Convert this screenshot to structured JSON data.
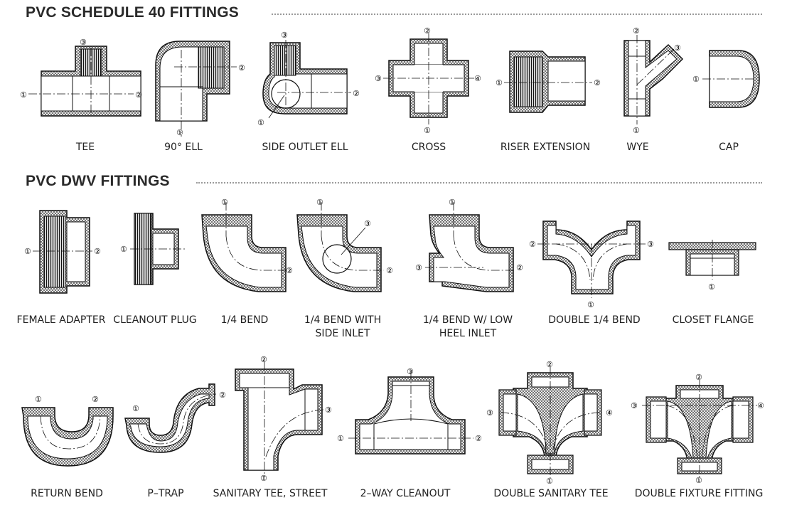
{
  "sections": [
    {
      "title": "PVC SCHEDULE 40 FITTINGS",
      "fittings": [
        {
          "key": "tee",
          "label": "TEE"
        },
        {
          "key": "ell90",
          "label": "90° ELL"
        },
        {
          "key": "side_outlet_ell",
          "label": "SIDE OUTLET ELL"
        },
        {
          "key": "cross",
          "label": "CROSS"
        },
        {
          "key": "riser_extension",
          "label": "RISER EXTENSION"
        },
        {
          "key": "wye",
          "label": "WYE"
        },
        {
          "key": "cap",
          "label": "CAP"
        }
      ]
    },
    {
      "title": "PVC DWV FITTINGS",
      "fittings": [
        {
          "key": "female_adapter",
          "label": "FEMALE ADAPTER"
        },
        {
          "key": "cleanout_plug",
          "label": "CLEANOUT PLUG"
        },
        {
          "key": "quarter_bend",
          "label": "1/4 BEND"
        },
        {
          "key": "quarter_bend_side_inlet",
          "label": "1/4 BEND WITH",
          "label2": "SIDE INLET"
        },
        {
          "key": "quarter_bend_low_heel",
          "label": "1/4 BEND W/ LOW",
          "label2": "HEEL INLET"
        },
        {
          "key": "double_quarter_bend",
          "label": "DOUBLE 1/4 BEND"
        },
        {
          "key": "closet_flange",
          "label": "CLOSET FLANGE"
        },
        {
          "key": "return_bend",
          "label": "RETURN BEND"
        },
        {
          "key": "p_trap",
          "label": "P–TRAP"
        },
        {
          "key": "sanitary_tee_street",
          "label": "SANITARY TEE, STREET"
        },
        {
          "key": "two_way_cleanout",
          "label": "2–WAY CLEANOUT"
        },
        {
          "key": "double_sanitary_tee",
          "label": "DOUBLE SANITARY TEE"
        },
        {
          "key": "double_fixture_fitting",
          "label": "DOUBLE FIXTURE FITTING"
        }
      ]
    }
  ],
  "port_markers": [
    "①",
    "②",
    "③",
    "④"
  ],
  "colors": {
    "ink": "#1a1a1a",
    "hatch": "#4a4a4a",
    "rule": "#9a9a9a"
  }
}
